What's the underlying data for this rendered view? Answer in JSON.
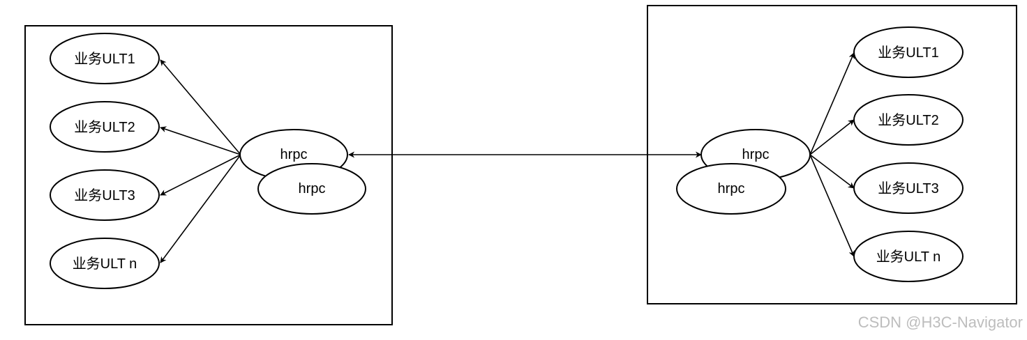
{
  "diagram": {
    "left_group": {
      "ults": [
        "业务ULT1",
        "业务ULT2",
        "业务ULT3",
        "业务ULT n"
      ],
      "hrpc_front": "hrpc",
      "hrpc_back": "hrpc"
    },
    "right_group": {
      "ults": [
        "业务ULT1",
        "业务ULT2",
        "业务ULT3",
        "业务ULT n"
      ],
      "hrpc_front": "hrpc",
      "hrpc_back": "hrpc"
    }
  },
  "watermark": "CSDN @H3C-Navigator"
}
